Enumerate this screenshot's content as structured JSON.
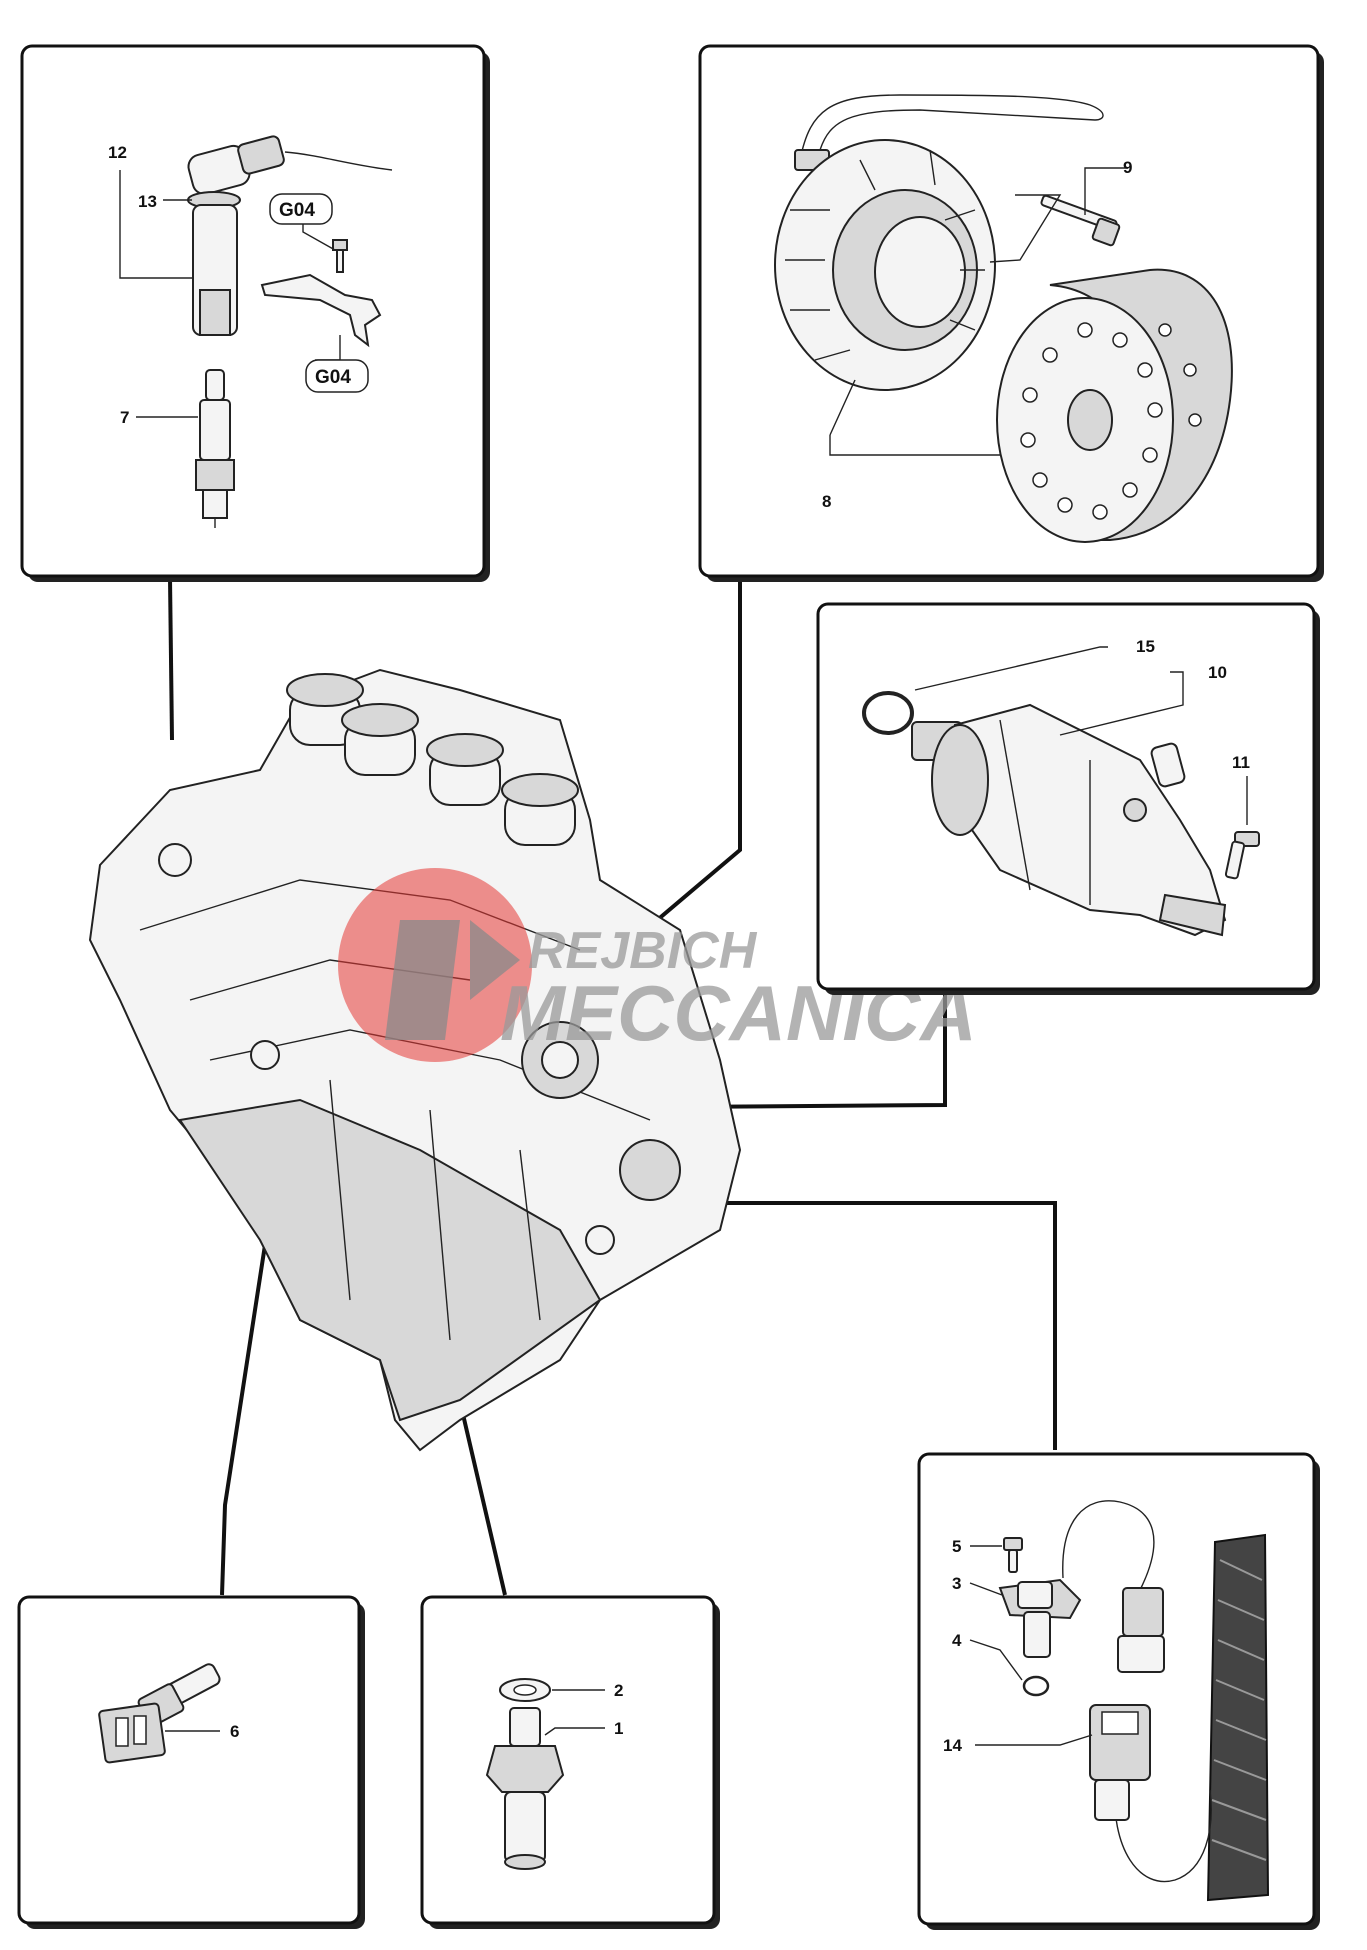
{
  "watermark": {
    "line1": "REJBICH",
    "line2": "MECCANICA",
    "accent_color": "#e53935"
  },
  "panels": {
    "ignition": {
      "callouts": [
        "12",
        "13",
        "7"
      ],
      "refs": [
        "G04",
        "G04"
      ]
    },
    "alternator": {
      "callouts": [
        "9",
        "8"
      ]
    },
    "starter": {
      "callouts": [
        "15",
        "10",
        "11"
      ]
    },
    "temp_sensor": {
      "callouts": [
        "6"
      ]
    },
    "oil_sensor": {
      "callouts": [
        "2",
        "1"
      ]
    },
    "pickup": {
      "callouts": [
        "5",
        "3",
        "4",
        "14"
      ]
    }
  }
}
